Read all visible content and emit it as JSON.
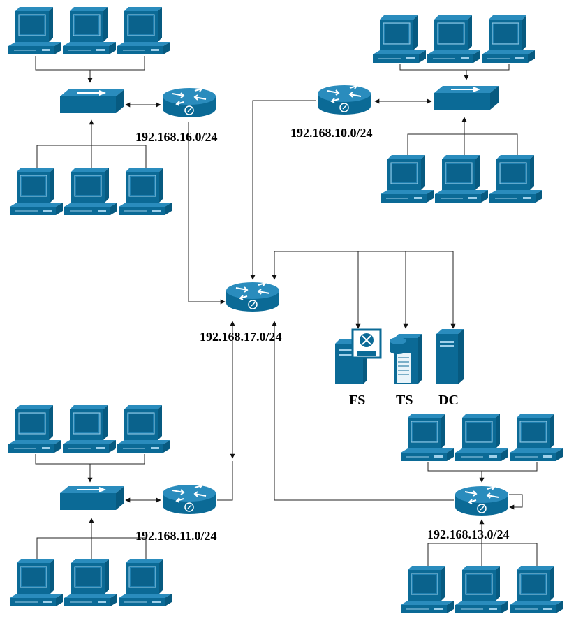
{
  "subnets": {
    "s16": "192.168.16.0/24",
    "s10": "192.168.10.0/24",
    "s17": "192.168.17.0/24",
    "s11": "192.168.11.0/24",
    "s13": "192.168.13.0/24"
  },
  "servers": {
    "fs": "FS",
    "ts": "TS",
    "dc": "DC"
  },
  "colors": {
    "device_dark": "#0b6a96",
    "device_light": "#2a8cbd",
    "line": "#222222"
  }
}
